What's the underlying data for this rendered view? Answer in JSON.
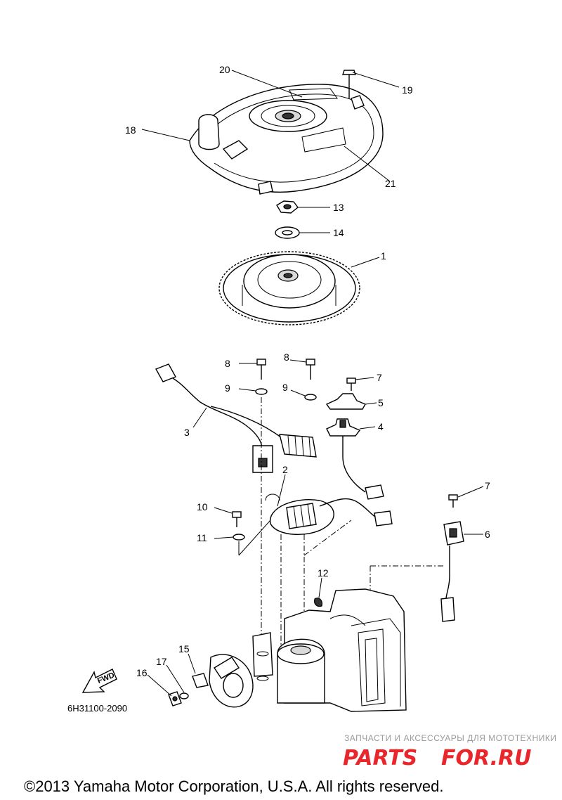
{
  "callouts": {
    "c1": "1",
    "c2": "2",
    "c3": "3",
    "c4": "4",
    "c5": "5",
    "c6": "6",
    "c7a": "7",
    "c7b": "7",
    "c8a": "8",
    "c8b": "8",
    "c9a": "9",
    "c9b": "9",
    "c10": "10",
    "c11": "11",
    "c12": "12",
    "c13": "13",
    "c14": "14",
    "c15": "15",
    "c16": "16",
    "c17": "17",
    "c18": "18",
    "c19": "19",
    "c20": "20",
    "c21": "21"
  },
  "fwd_label": "FWD",
  "drawing_number": "6H31100-2090",
  "watermark": {
    "tagline": "ЗАПЧАСТИ И АКСЕССУАРЫ ДЛЯ МОТОТЕХНИКИ",
    "logo_left": "PARTS",
    "logo_right": "FOR.RU",
    "red": "#e8262c",
    "grey": "#9a9a9a"
  },
  "copyright": "©2013 Yamaha Motor Corporation, U.S.A. All rights reserved."
}
